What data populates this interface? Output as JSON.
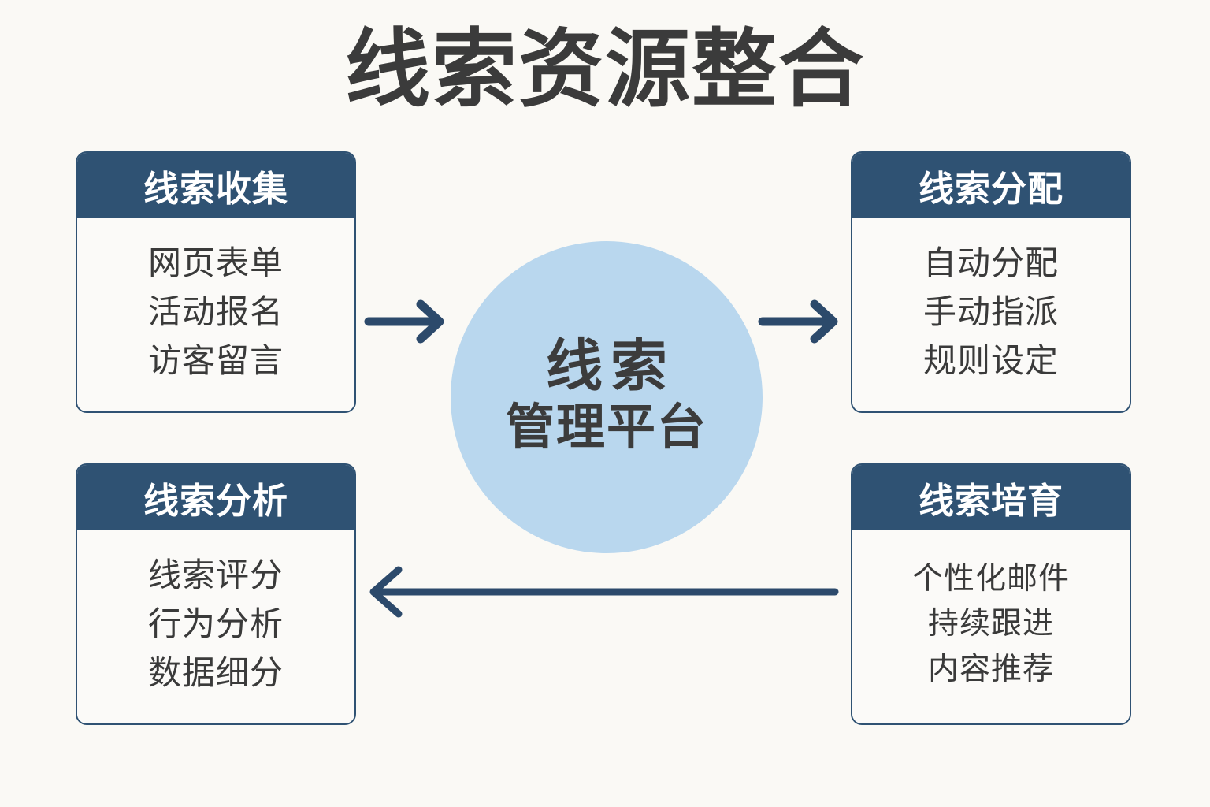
{
  "page": {
    "title": "线索资源整合",
    "background_color": "#faf9f5",
    "accent_color": "#2f5273",
    "hub_color": "#b9d7ee",
    "text_color": "#3a3a3a"
  },
  "hub": {
    "name": "线索管理平台",
    "line1": "线索",
    "line2": "管理平台"
  },
  "cards": {
    "collect": {
      "header": "线索收集",
      "items": [
        "网页表单",
        "活动报名",
        "访客留言"
      ]
    },
    "assign": {
      "header": "线索分配",
      "items": [
        "自动分配",
        "手动指派",
        "规则设定"
      ]
    },
    "analyze": {
      "header": "线索分析",
      "items": [
        "线索评分",
        "行为分析",
        "数据细分"
      ]
    },
    "nurture": {
      "header": "线索培育",
      "items": [
        "个性化邮件",
        "持续跟进",
        "内容推荐"
      ]
    }
  },
  "arrows": {
    "collect_to_hub": "线索收集 → 线索管理平台",
    "hub_to_assign": "线索管理平台 → 线索分配",
    "nurture_to_analyze": "线索培育 → 线索分析",
    "color": "#2c4a6b"
  }
}
